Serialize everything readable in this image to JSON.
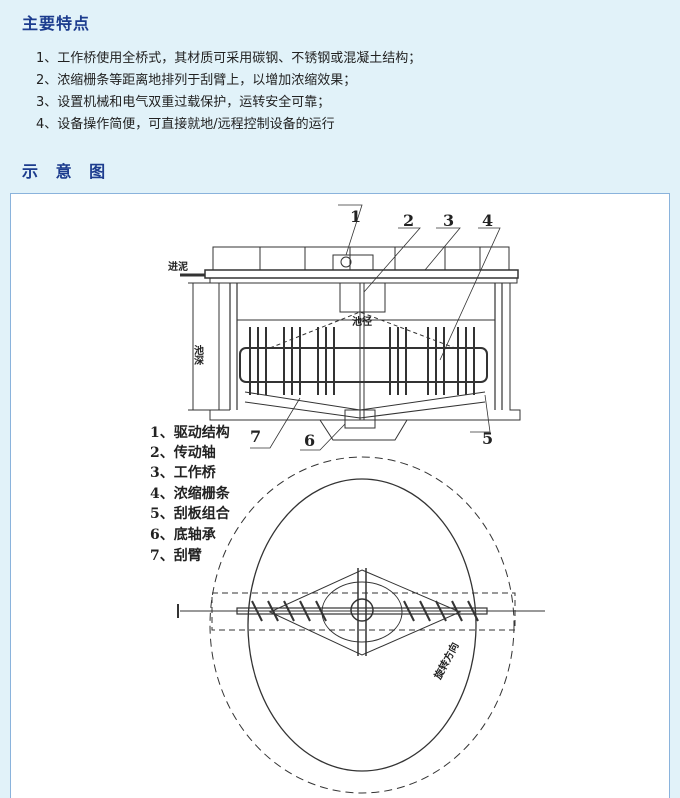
{
  "features": {
    "title": "主要特点",
    "items": [
      "1、工作桥使用全桥式，其材质可采用碳钢、不锈钢或混凝土结构；",
      "2、浓缩栅条等距离地排列于刮臂上，以增加浓缩效果；",
      "3、设置机械和电气双重过载保护，运转安全可靠；",
      "4、设备操作简便，可直接就地/远程控制设备的运行"
    ]
  },
  "diagram": {
    "title": "示 意 图",
    "callouts": [
      "1",
      "2",
      "3",
      "4",
      "5",
      "6",
      "7"
    ],
    "inlet_label": "进泥",
    "depth_label": "池深",
    "diameter_label": "池径",
    "rotation_label": "旋转方向",
    "legend": [
      "1、驱动结构",
      "2、传动轴",
      "3、工作桥",
      "4、浓缩栅条",
      "5、刮板组合",
      "6、底轴承",
      "7、刮臂"
    ]
  }
}
